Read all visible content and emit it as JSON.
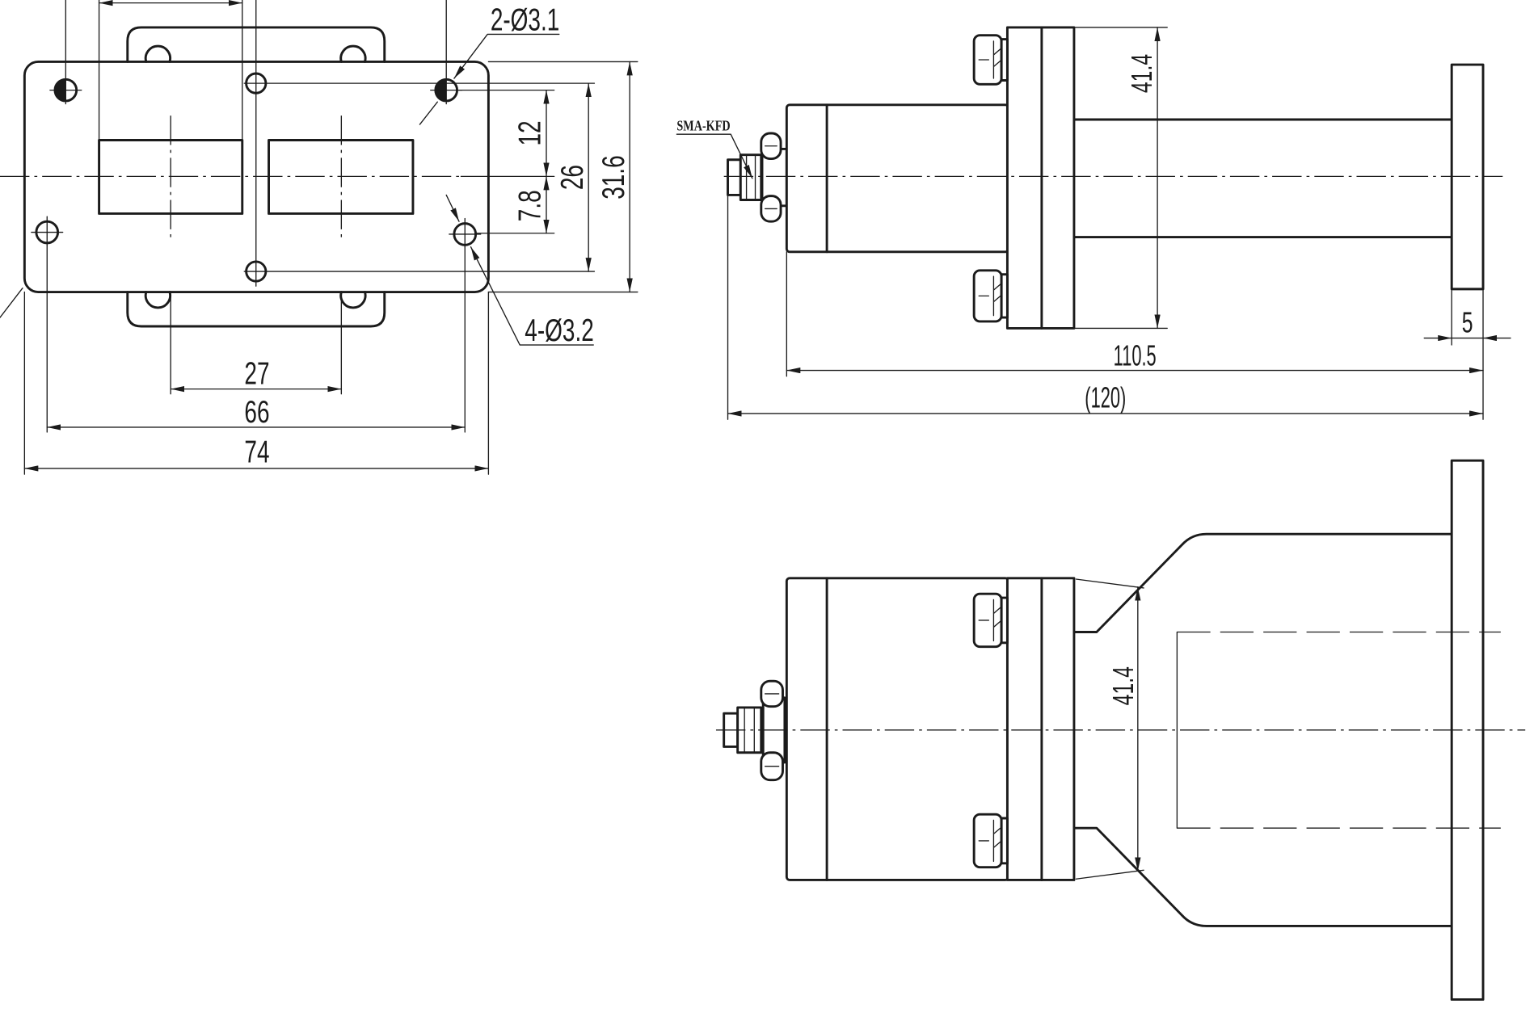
{
  "colors": {
    "ink": "#1b1b1b",
    "paper": "#ffffff"
  },
  "front_view": {
    "hole_callout_2": "2-Ø3.1",
    "hole_callout_4": "4-Ø3.2",
    "dim_12": "12",
    "dim_7_8": "7.8",
    "dim_26": "26",
    "dim_31_6": "31.6",
    "dim_27": "27",
    "dim_66": "66",
    "dim_74": "74"
  },
  "side_view": {
    "connector_label": "SMA-KFD",
    "dim_flange": "41.4",
    "dim_end_flange": "5",
    "dim_body_length": "110.5",
    "dim_overall_length": "(120)"
  },
  "top_view": {
    "dim_flange": "41.4"
  }
}
